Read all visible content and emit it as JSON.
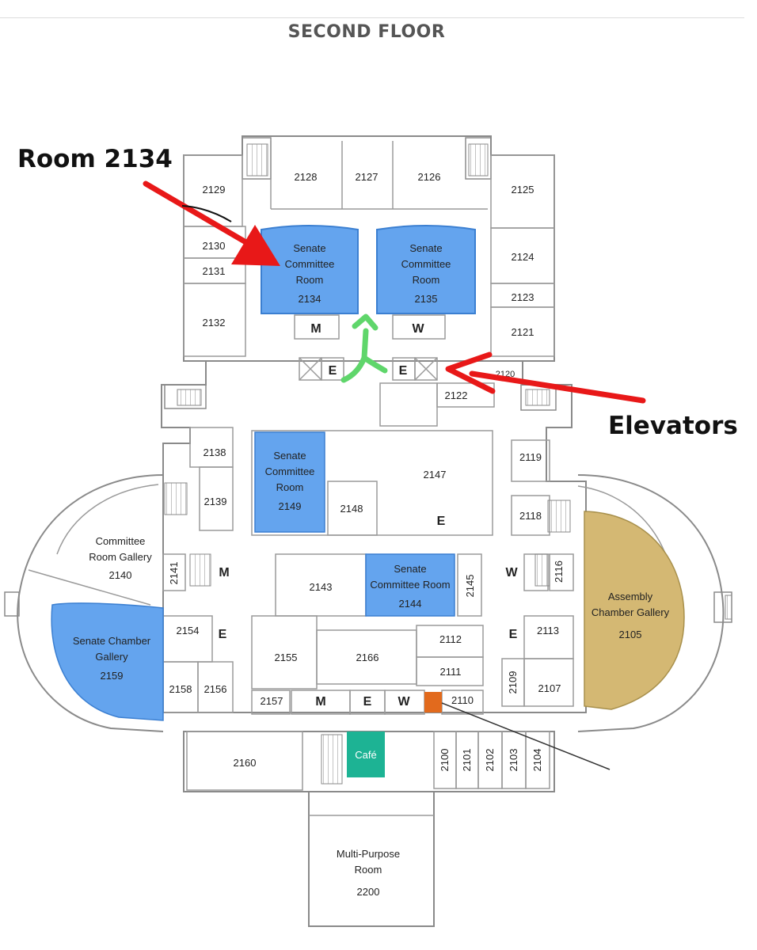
{
  "title": "SECOND FLOOR",
  "annotations": {
    "room_callout": "Room 2134",
    "elevators_callout": "Elevators"
  },
  "colors": {
    "senate": "#64a4ee",
    "assembly": "#d4b873",
    "cafe": "#1db394",
    "highlight_orange": "#e26a1d",
    "arrow_red": "#e81818",
    "path_green": "#5fd66b",
    "wall": "#8a8a8a"
  },
  "rooms": {
    "r2129": "2129",
    "r2128": "2128",
    "r2127": "2127",
    "r2126": "2126",
    "r2125": "2125",
    "r2130": "2130",
    "r2131": "2131",
    "r2132": "2132",
    "r2124": "2124",
    "r2123": "2123",
    "r2121": "2121",
    "r2120": "2120",
    "r2122": "2122",
    "r2134_l1": "Senate",
    "r2134_l2": "Committee",
    "r2134_l3": "Room",
    "r2134_num": "2134",
    "r2135_l1": "Senate",
    "r2135_l2": "Committee",
    "r2135_l3": "Room",
    "r2135_num": "2135",
    "r2138": "2138",
    "r2139": "2139",
    "r2149_l1": "Senate",
    "r2149_l2": "Committee",
    "r2149_l3": "Room",
    "r2149_num": "2149",
    "r2148": "2148",
    "r2147": "2147",
    "r2119": "2119",
    "r2118": "2118",
    "r2140_l1": "Committee",
    "r2140_l2": "Room Gallery",
    "r2140_num": "2140",
    "r2141": "2141",
    "r2143": "2143",
    "r2144_l1": "Senate",
    "r2144_l2": "Committee Room",
    "r2144_num": "2144",
    "r2145": "2145",
    "r2116": "2116",
    "r2105_l1": "Assembly",
    "r2105_l2": "Chamber Gallery",
    "r2105_num": "2105",
    "r2159_l1": "Senate Chamber",
    "r2159_l2": "Gallery",
    "r2159_num": "2159",
    "r2154": "2154",
    "r2155": "2155",
    "r2166": "2166",
    "r2112": "2112",
    "r2111": "2111",
    "r2113": "2113",
    "r2158": "2158",
    "r2156": "2156",
    "r2157": "2157",
    "r2110": "2110",
    "r2109": "2109",
    "r2107": "2107",
    "r2160": "2160",
    "cafe": "Café",
    "r2100": "2100",
    "r2101": "2101",
    "r2102": "2102",
    "r2103": "2103",
    "r2104": "2104",
    "r2200_l1": "Multi-Purpose",
    "r2200_l2": "Room",
    "r2200_num": "2200"
  },
  "symbols": {
    "men": "M",
    "women": "W",
    "elevator": "E"
  }
}
